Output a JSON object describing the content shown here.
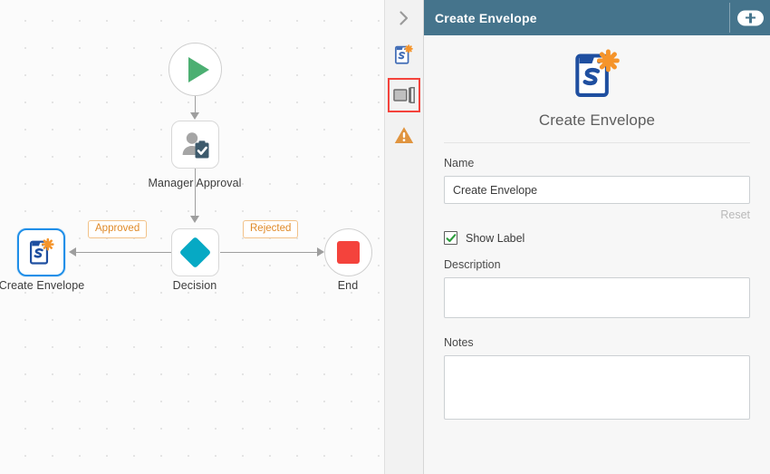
{
  "canvas": {
    "nodes": [
      {
        "id": "start",
        "label": "",
        "icon": "play-icon"
      },
      {
        "id": "manager",
        "label": "Manager Approval",
        "icon": "user-approval-icon"
      },
      {
        "id": "decision",
        "label": "Decision",
        "icon": "diamond-icon"
      },
      {
        "id": "envelope",
        "label": "Create Envelope",
        "icon": "create-envelope-icon"
      },
      {
        "id": "end",
        "label": "End",
        "icon": "stop-icon"
      }
    ],
    "edge_labels": {
      "approved": "Approved",
      "rejected": "Rejected"
    },
    "colors": {
      "start_green": "#4caf72",
      "decision_teal": "#06a9c4",
      "end_red": "#f4433c",
      "selection_blue": "#1f8fe8",
      "edge_gray": "#9e9e9e",
      "badge_orange": "#e08a28"
    }
  },
  "rail": {
    "collapse_icon": "chevron-right-icon",
    "items": [
      {
        "icon": "create-envelope-icon",
        "active": false
      },
      {
        "icon": "properties-panel-icon",
        "active": true
      },
      {
        "icon": "warning-triangle-icon",
        "active": false
      }
    ]
  },
  "panel": {
    "header": {
      "title": "Create Envelope",
      "add_icon": "plus-icon"
    },
    "hero": {
      "icon": "create-envelope-icon",
      "title": "Create Envelope"
    },
    "fields": {
      "name_label": "Name",
      "name_value": "Create Envelope",
      "name_placeholder": "",
      "reset_label": "Reset",
      "show_label_text": "Show Label",
      "show_label_checked": true,
      "description_label": "Description",
      "description_value": "",
      "description_placeholder": "",
      "notes_label": "Notes",
      "notes_value": "",
      "notes_placeholder": ""
    },
    "colors": {
      "header_teal": "#45748c",
      "body_bg": "#f7f7f7",
      "check_green": "#2e9e3e"
    }
  }
}
